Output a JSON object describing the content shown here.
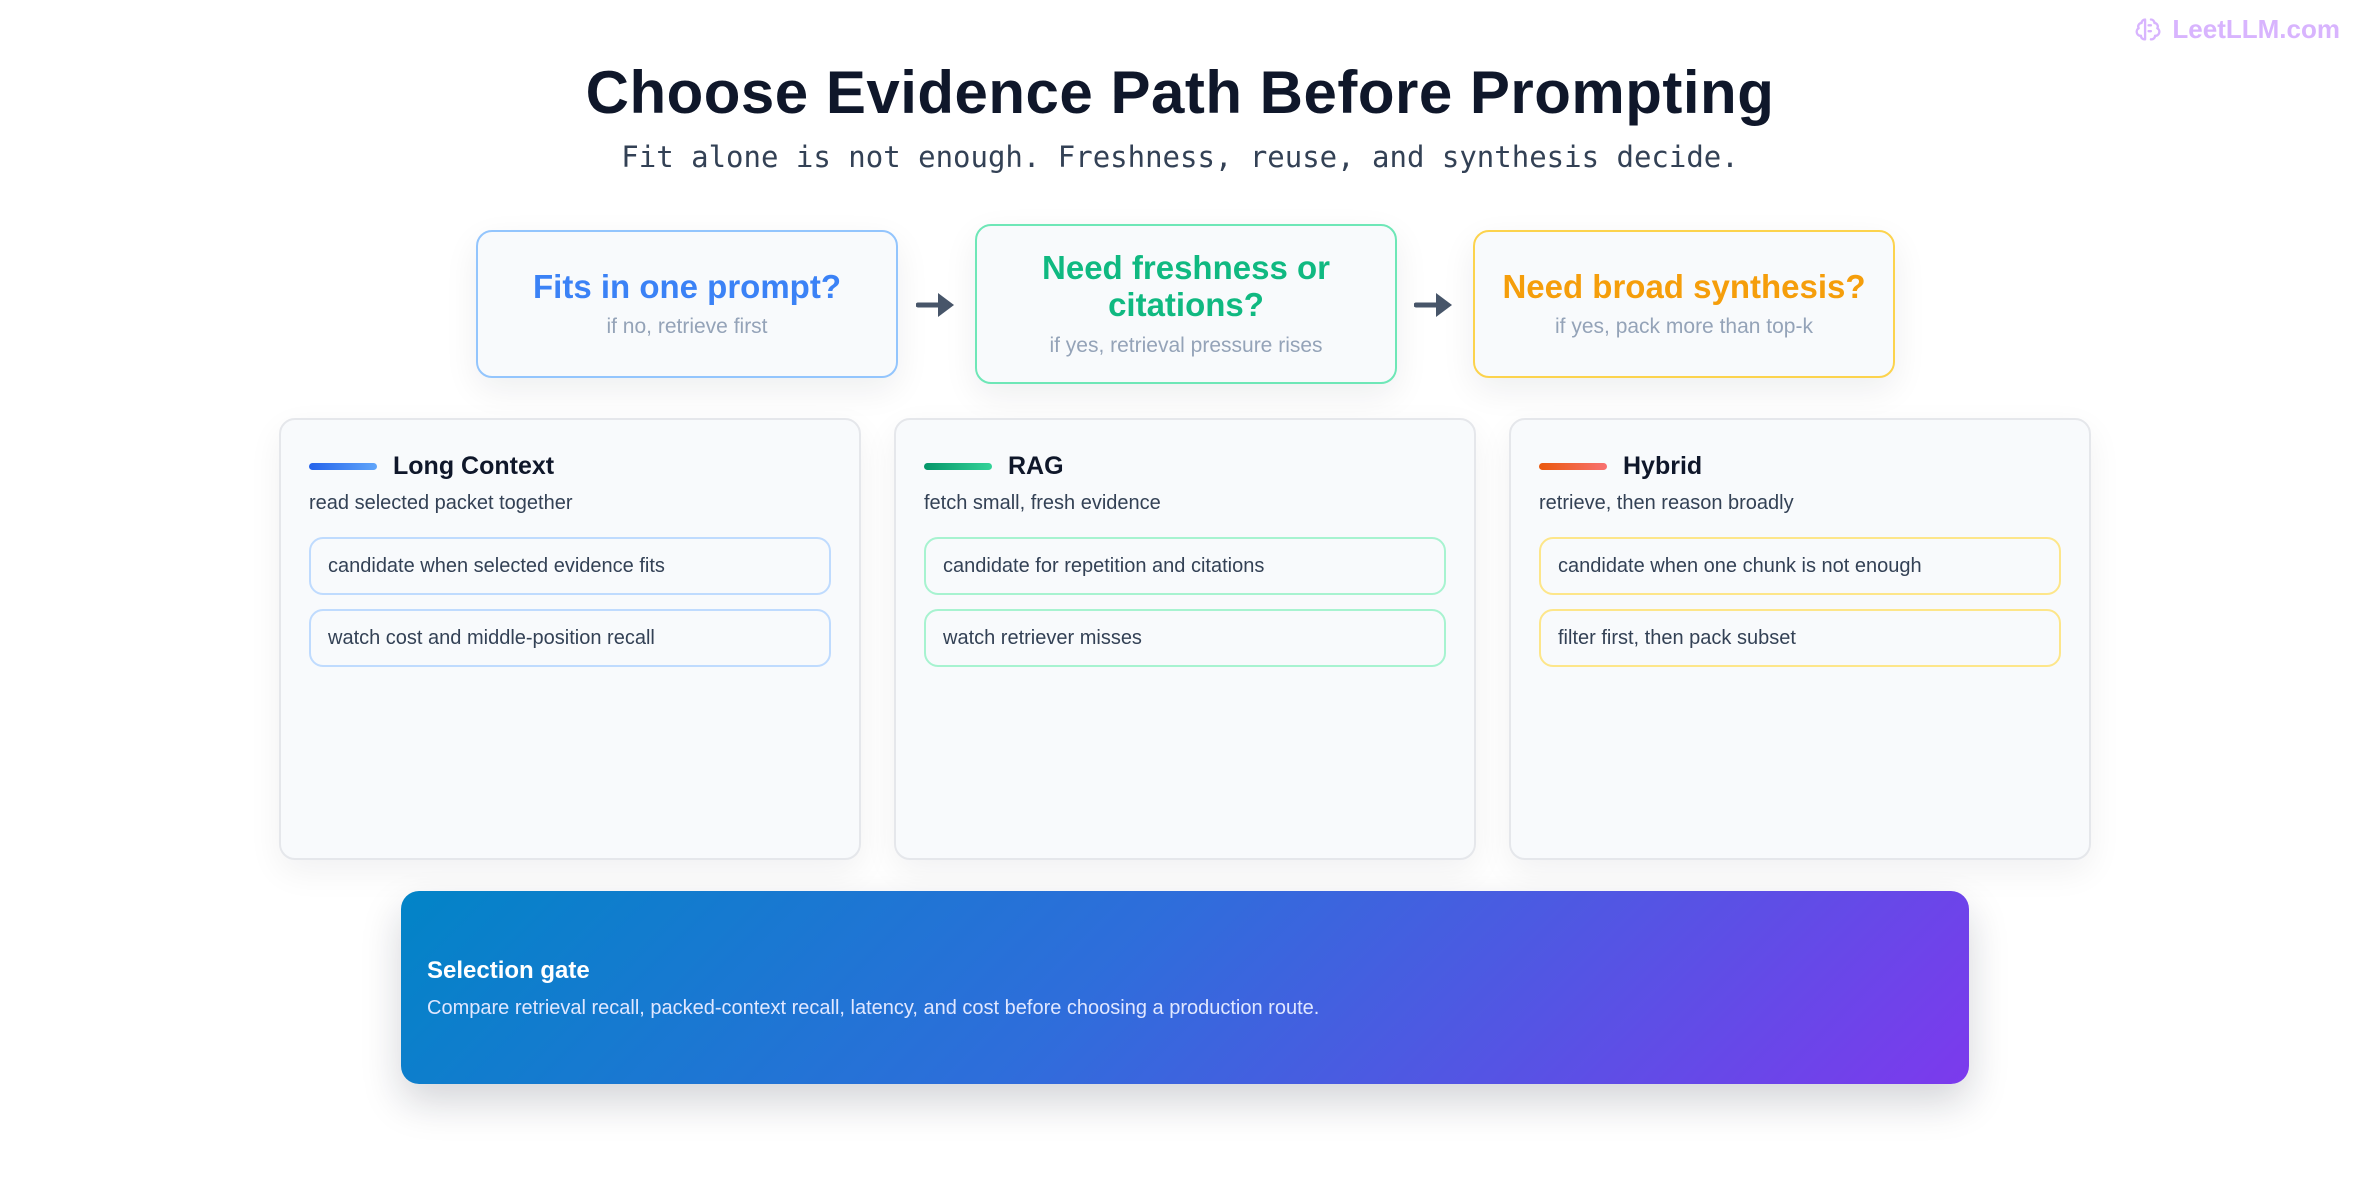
{
  "watermark": {
    "text": "LeetLLM.com",
    "icon": "brain-icon"
  },
  "title": "Choose Evidence Path Before Prompting",
  "subtitle": "Fit alone is not enough. Freshness, reuse, and synthesis decide.",
  "decisions": [
    {
      "question": "Fits in one prompt?",
      "hint": "if no, retrieve first",
      "color": "#3b82f6"
    },
    {
      "question": "Need freshness or citations?",
      "hint": "if yes, retrieval pressure rises",
      "color": "#10b981"
    },
    {
      "question": "Need broad synthesis?",
      "hint": "if yes, pack more than top-k",
      "color": "#f59e0b"
    }
  ],
  "options": [
    {
      "title": "Long Context",
      "description": "read selected packet together",
      "bar_colors": [
        "#2563eb",
        "#60a5fa"
      ],
      "points": [
        "candidate when selected evidence fits",
        "watch cost and middle-position recall"
      ]
    },
    {
      "title": "RAG",
      "description": "fetch small, fresh evidence",
      "bar_colors": [
        "#059669",
        "#34d399"
      ],
      "points": [
        "candidate for repetition and citations",
        "watch retriever misses"
      ]
    },
    {
      "title": "Hybrid",
      "description": "retrieve, then reason broadly",
      "bar_colors": [
        "#ea580c",
        "#f87171"
      ],
      "points": [
        "candidate when one chunk is not enough",
        "filter first, then pack subset"
      ]
    }
  ],
  "gate": {
    "title": "Selection gate",
    "text": "Compare retrieval recall, packed-context recall, latency, and cost before choosing a production route."
  }
}
